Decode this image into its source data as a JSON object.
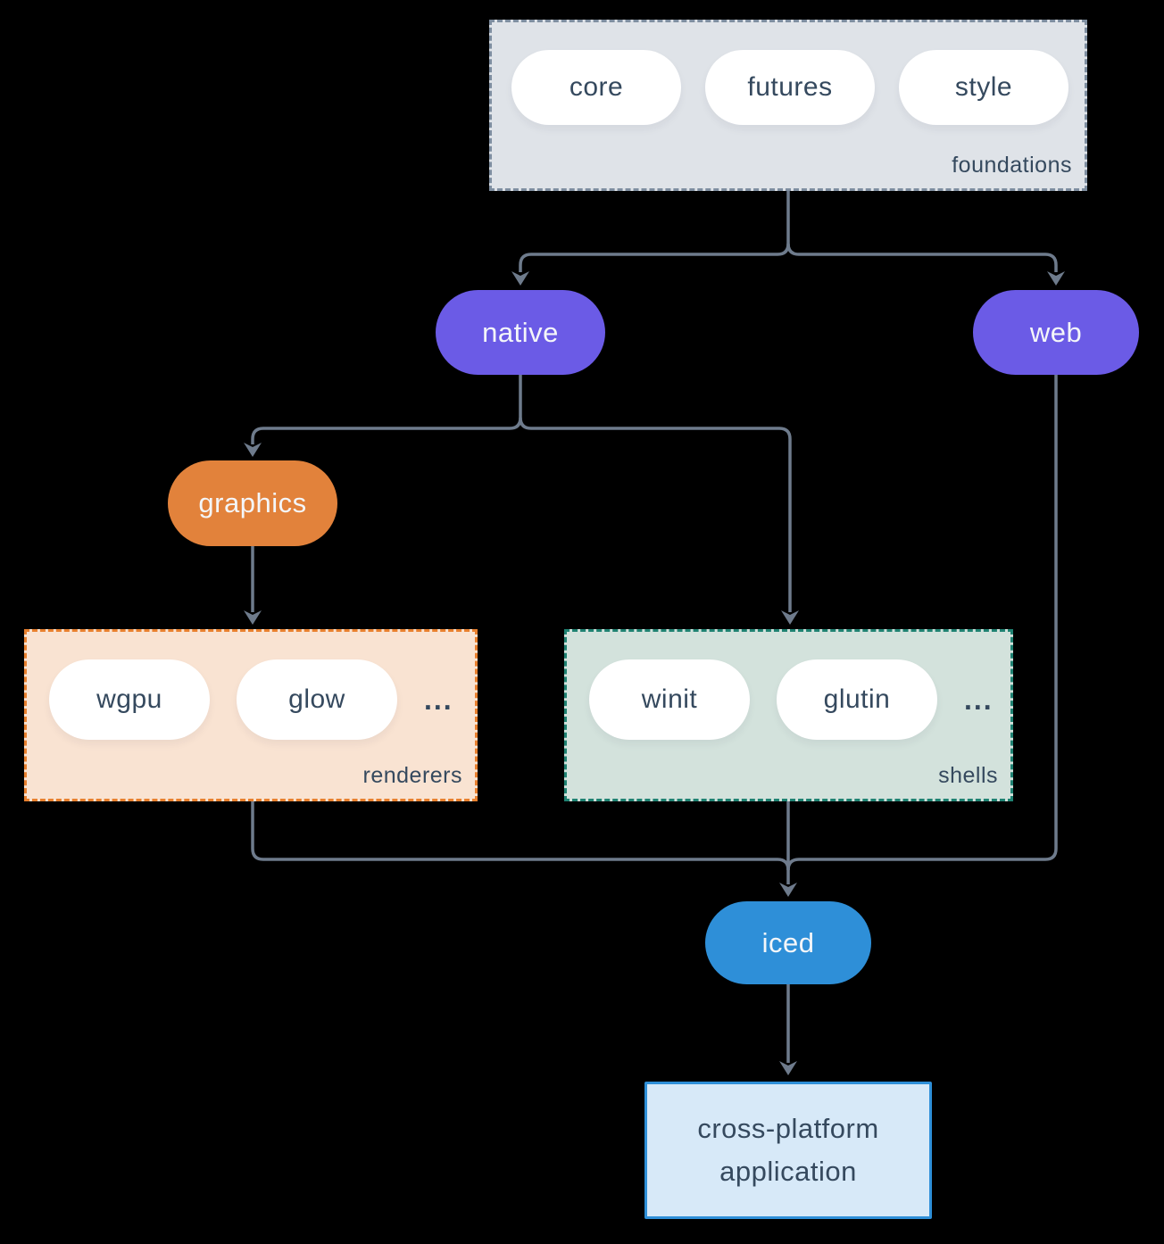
{
  "diagram": {
    "description": "iced ecosystem architecture diagram",
    "colors": {
      "background": "#000000",
      "wire": "#6E7B8C",
      "dark_text": "#35495E",
      "light_text": "#F4F6F9",
      "purple_node": "#6B5BE6",
      "orange_node": "#E2823B",
      "blue_node": "#2E8FD8",
      "foundations_bg": "#DFE3E8",
      "foundations_border": "#7E8EA0",
      "renderers_bg": "#F9E3D2",
      "renderers_border": "#E8802E",
      "shells_bg": "#D3E2DC",
      "shells_border": "#1F8272",
      "app_bg": "#D7E9F8",
      "app_border": "#2E8FD8"
    },
    "foundations": {
      "label": "foundations",
      "pills": [
        "core",
        "futures",
        "style"
      ]
    },
    "native": {
      "label": "native"
    },
    "web": {
      "label": "web"
    },
    "graphics": {
      "label": "graphics"
    },
    "renderers": {
      "label": "renderers",
      "pills": [
        "wgpu",
        "glow"
      ],
      "ellipsis": "..."
    },
    "shells": {
      "label": "shells",
      "pills": [
        "winit",
        "glutin"
      ],
      "ellipsis": "..."
    },
    "iced": {
      "label": "iced"
    },
    "app": {
      "line1": "cross-platform",
      "line2": "application"
    }
  }
}
